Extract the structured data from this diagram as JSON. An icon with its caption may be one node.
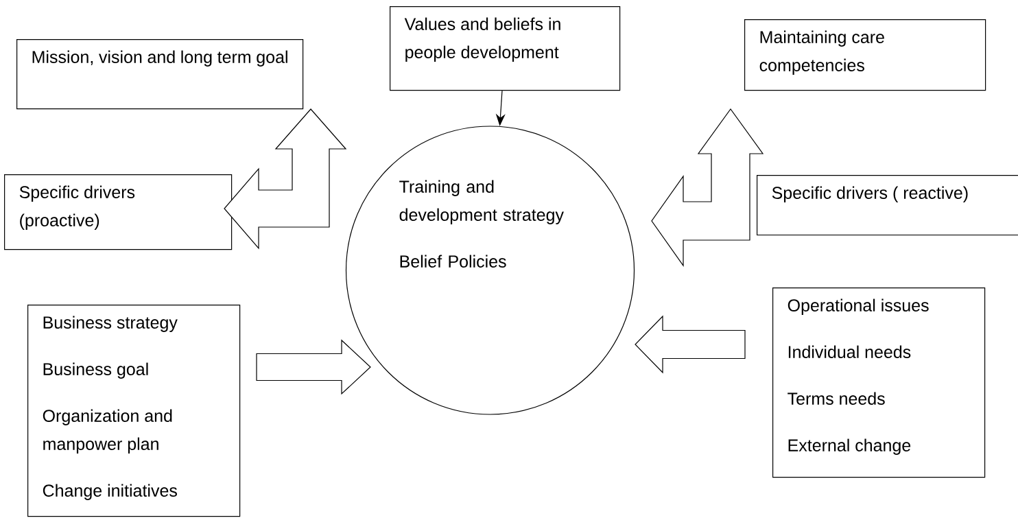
{
  "diagram": {
    "nodes": [
      {
        "text": [
          "Mission, vision and long term goal"
        ]
      },
      {
        "text": [
          "Values and beliefs in people development"
        ]
      },
      {
        "text": [
          "Maintaining care competencies"
        ]
      },
      {
        "text": [
          "Specific drivers (proactive)"
        ]
      },
      {
        "text": [
          "Training and development strategy",
          "Belief Policies"
        ]
      },
      {
        "text": [
          "Specific drivers ( reactive)"
        ]
      },
      {
        "text": [
          "Business strategy",
          "Business goal",
          "Organization and manpower plan",
          "Change initiatives"
        ]
      },
      {
        "text": [
          "Operational issues",
          "Individual needs",
          "Terms needs",
          "External change"
        ]
      }
    ],
    "edges": [
      {
        "from": 1,
        "to": 4,
        "arrow": "to"
      },
      {
        "from": 3,
        "to": 0,
        "arrow": "both"
      },
      {
        "from": 4,
        "to": 2,
        "arrow": "both"
      },
      {
        "from": 6,
        "to": 4,
        "arrow": "to"
      },
      {
        "from": 7,
        "to": 4,
        "arrow": "to"
      }
    ]
  }
}
